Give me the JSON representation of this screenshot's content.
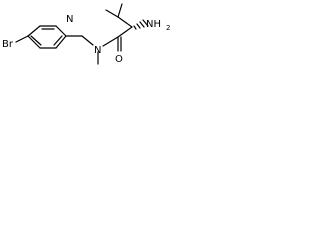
{
  "molecule": {
    "atoms": {
      "bromine": "Br",
      "pyridine_nitrogen": "N",
      "amide_nitrogen": "N",
      "carbonyl_oxygen": "O",
      "amino_group": "NH",
      "amino_subscript": "2"
    }
  }
}
